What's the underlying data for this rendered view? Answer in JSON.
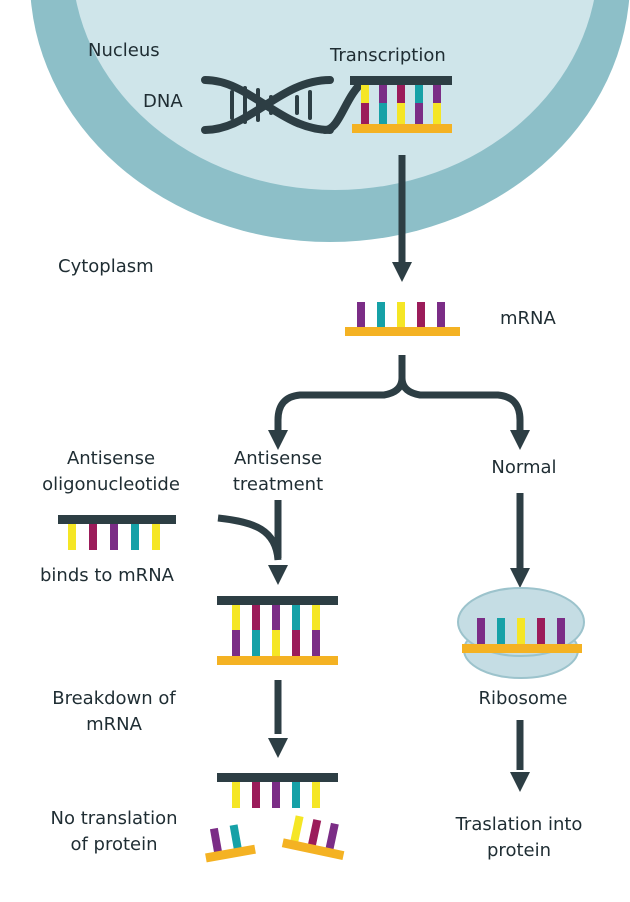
{
  "labels": {
    "nucleus": "Nucleus",
    "dna": "DNA",
    "transcription": "Transcription",
    "cytoplasm": "Cytoplasm",
    "mrna": "mRNA",
    "antisense_treatment_1": "Antisense",
    "antisense_treatment_2": "treatment",
    "normal": "Normal",
    "antisense_oligo_1": "Antisense",
    "antisense_oligo_2": "oligonucleotide",
    "binds": "binds to mRNA",
    "breakdown_1": "Breakdown of",
    "breakdown_2": "mRNA",
    "ribosome": "Ribosome",
    "no_translation_1": "No translation",
    "no_translation_2": "of protein",
    "translation_1": "Traslation into",
    "translation_2": "protein"
  },
  "colors": {
    "nucleus_ring": "#8dbfc8",
    "nucleus_inner": "#cfe5ea",
    "dark": "#2d3e44",
    "backbone": "#f4b223",
    "yellow": "#f5e625",
    "teal": "#16a1a7",
    "purple": "#7b2d86",
    "magenta": "#9b1c5a",
    "ribosome": "#c5dde4",
    "ribosome_edge": "#9cc3cc"
  },
  "icons": [
    "dna-helix-icon",
    "arrow-down-icon",
    "ribosome-icon"
  ]
}
